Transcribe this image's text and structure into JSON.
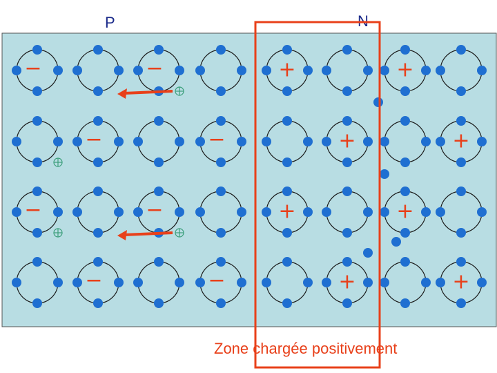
{
  "labels": {
    "p_side": "P",
    "n_side": "N"
  },
  "caption": "Zone chargée positivement",
  "grid": {
    "columns": 8,
    "rows": 4,
    "charges": [
      [
        "−",
        "",
        "−",
        "",
        "+",
        "",
        "+",
        ""
      ],
      [
        "",
        "−",
        "",
        "−",
        "",
        "+",
        "",
        "+"
      ],
      [
        "−",
        "",
        "−",
        "",
        "+",
        "",
        "+",
        ""
      ],
      [
        "",
        "−",
        "",
        "−",
        "",
        "+",
        "",
        "+"
      ]
    ]
  },
  "holes": [
    {
      "row": 0,
      "col": 2
    },
    {
      "row": 1,
      "col": 0
    },
    {
      "row": 2,
      "col": 0
    },
    {
      "row": 2,
      "col": 2
    }
  ],
  "arrows": [
    {
      "row": 0,
      "col": 2,
      "direction": "left"
    },
    {
      "row": 2,
      "col": 2,
      "direction": "left"
    }
  ],
  "colors": {
    "crystal_background": "#b8dde3",
    "electron": "#1f6fd1",
    "bond": "#1a1a1a",
    "highlight": "#e8401a",
    "negative_sign": "#e8401a",
    "positive_sign": "#e8401a",
    "hole": "#3a9e7a"
  },
  "icons": {
    "electron": "electron-dot-icon",
    "hole": "hole-icon",
    "arrow": "arrow-left-icon"
  }
}
